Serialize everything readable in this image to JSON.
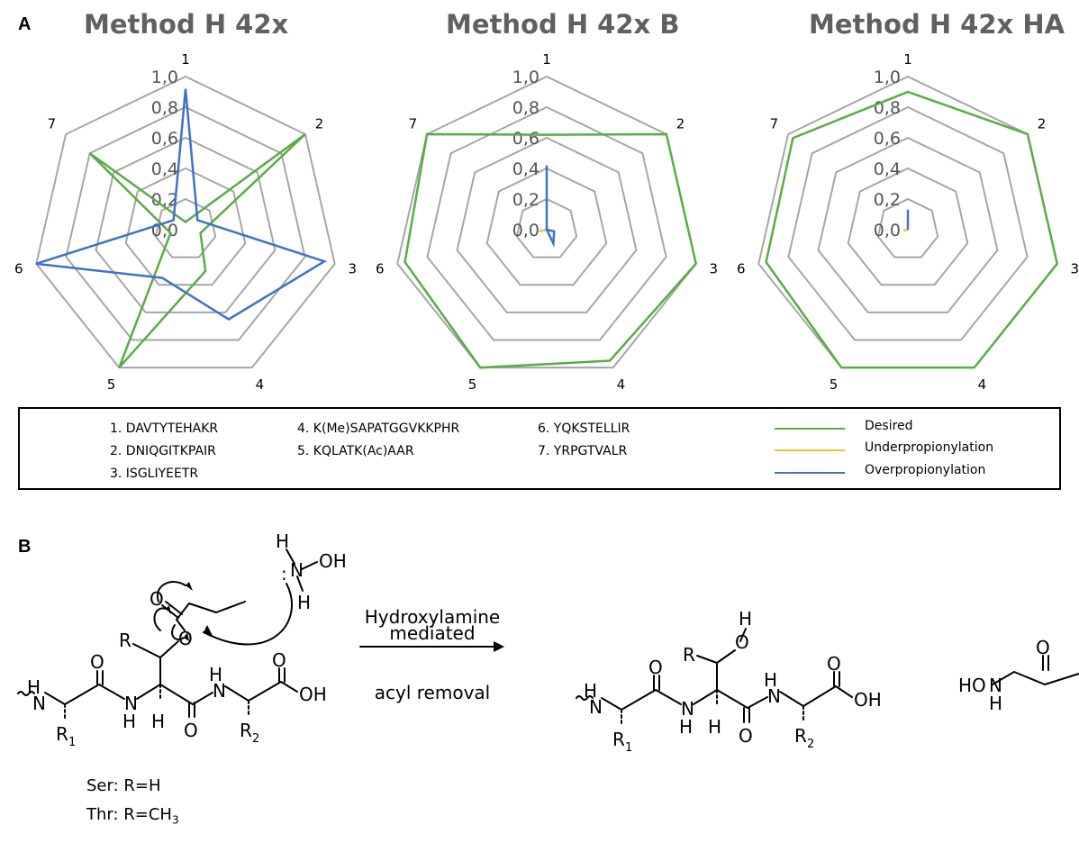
{
  "panels": {
    "a": "A",
    "b": "B"
  },
  "tick_labels": [
    "0,0",
    "0,2",
    "0,4",
    "0,6",
    "0,8",
    "1,0"
  ],
  "chart_data": [
    {
      "type": "radar",
      "title": "Method H 42x",
      "axes": [
        "1",
        "2",
        "3",
        "4",
        "5",
        "6",
        "7"
      ],
      "rlim": [
        0,
        1
      ],
      "grid": true,
      "series": [
        {
          "name": "Desired",
          "values": [
            0.05,
            1.0,
            0.1,
            0.3,
            1.0,
            0.1,
            0.8
          ]
        },
        {
          "name": "Underpropionylation",
          "values": [
            0,
            0,
            0,
            0,
            0,
            0,
            0
          ]
        },
        {
          "name": "Overpropionylation",
          "values": [
            0.92,
            0.1,
            0.93,
            0.65,
            0.35,
            1.0,
            0.1
          ]
        }
      ]
    },
    {
      "type": "radar",
      "title": "Method H 42x B",
      "axes": [
        "1",
        "2",
        "3",
        "4",
        "5",
        "6",
        "7"
      ],
      "rlim": [
        0,
        1
      ],
      "grid": true,
      "series": [
        {
          "name": "Desired",
          "values": [
            0.62,
            1.0,
            1.0,
            0.95,
            1.0,
            0.95,
            1.0
          ]
        },
        {
          "name": "Underpropionylation",
          "values": [
            0,
            0,
            0,
            0,
            0,
            0.05,
            0
          ]
        },
        {
          "name": "Overpropionylation",
          "values": [
            0.42,
            0,
            0.05,
            0.1,
            0,
            0,
            0
          ]
        }
      ]
    },
    {
      "type": "radar",
      "title": "Method H 42x HA",
      "axes": [
        "1",
        "2",
        "3",
        "4",
        "5",
        "6",
        "7"
      ],
      "rlim": [
        0,
        1
      ],
      "grid": true,
      "series": [
        {
          "name": "Desired",
          "values": [
            0.9,
            1.0,
            1.0,
            1.0,
            1.0,
            0.95,
            0.96
          ]
        },
        {
          "name": "Underpropionylation",
          "values": [
            0,
            0,
            0,
            0,
            0,
            0.03,
            0
          ]
        },
        {
          "name": "Overpropionylation",
          "values": [
            0.13,
            0,
            0,
            0,
            0,
            0,
            0
          ]
        }
      ]
    }
  ],
  "legend": {
    "peptides": [
      "1. DAVTYTEHAKR",
      "2. DNIQGITKPAIR",
      "3. ISGLIYEETR",
      "4. K(Me)SAPATGGVKKPHR",
      "5. KQLATK(Ac)AAR",
      "6. YQKSTELLIR",
      "7. YRPGTVALR"
    ],
    "series": [
      {
        "name": "Desired",
        "color": "#5aac44"
      },
      {
        "name": "Underpropionylation",
        "color": "#f2c12e"
      },
      {
        "name": "Overpropionylation",
        "color": "#3f72c9"
      }
    ]
  },
  "scheme": {
    "atoms": {
      "H": "H",
      "N": "N",
      "OH": "OH",
      "O": "O",
      "R": "R",
      "R1": "R",
      "R2": "R",
      "sub1": "1",
      "sub2": "2",
      "HO": "HO",
      "lone_pair": ":"
    },
    "arrow_top": "Hydroxylamine",
    "arrow_mid": "mediated",
    "arrow_bottom": "acyl removal",
    "ser": "Ser: R=H",
    "thr_main": "Thr: R=CH",
    "thr_sub": "3"
  }
}
